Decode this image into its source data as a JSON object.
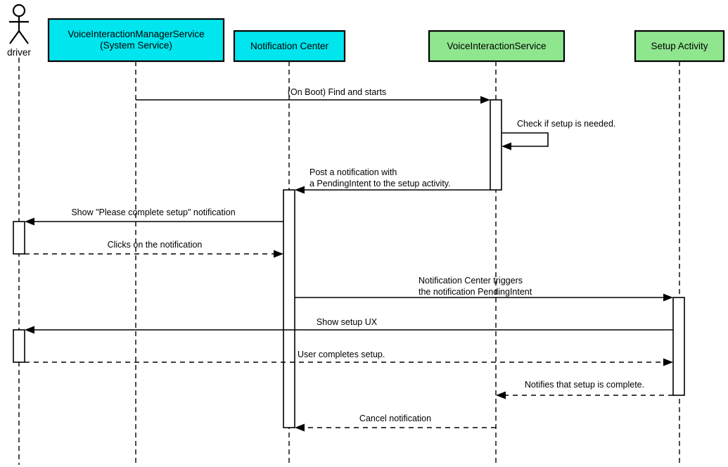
{
  "diagram": {
    "type": "uml-sequence",
    "colors": {
      "system_participant_fill": "#00e5ee",
      "app_participant_fill": "#8fe68f",
      "line_color": "#000000",
      "background": "#ffffff"
    },
    "participants": [
      {
        "name": "driver",
        "kind": "actor"
      },
      {
        "name": "VoiceInteractionManagerService",
        "subtitle": "(System Service)",
        "kind": "box",
        "fill": "#00e5ee"
      },
      {
        "name": "Notification Center",
        "kind": "box",
        "fill": "#00e5ee"
      },
      {
        "name": "VoiceInteractionService",
        "kind": "box",
        "fill": "#8fe68f"
      },
      {
        "name": "Setup Activity",
        "kind": "box",
        "fill": "#8fe68f"
      }
    ],
    "messages": [
      {
        "from": "VoiceInteractionManagerService",
        "to": "VoiceInteractionService",
        "line": "solid",
        "label": "(On Boot) Find and starts"
      },
      {
        "from": "VoiceInteractionService",
        "to": "VoiceInteractionService",
        "line": "solid",
        "self": true,
        "label": "Check if setup is needed."
      },
      {
        "from": "VoiceInteractionService",
        "to": "Notification Center",
        "line": "solid",
        "label": "Post a notification with",
        "label2": "a PendingIntent to the setup activity."
      },
      {
        "from": "Notification Center",
        "to": "driver",
        "line": "solid",
        "label": "Show \"Please complete setup\" notification"
      },
      {
        "from": "driver",
        "to": "Notification Center",
        "line": "dashed",
        "label": "Clicks on the notification"
      },
      {
        "from": "Notification Center",
        "to": "Setup Activity",
        "line": "solid",
        "label": "Notification Center triggers",
        "label2": "the notification PendingIntent"
      },
      {
        "from": "Setup Activity",
        "to": "driver",
        "line": "solid",
        "label": "Show setup UX"
      },
      {
        "from": "driver",
        "to": "Setup Activity",
        "line": "dashed",
        "label": "User completes setup."
      },
      {
        "from": "Setup Activity",
        "to": "VoiceInteractionService",
        "line": "dashed",
        "label": "Notifies that setup is complete."
      },
      {
        "from": "VoiceInteractionService",
        "to": "Notification Center",
        "line": "dashed",
        "label": "Cancel notification"
      }
    ]
  }
}
